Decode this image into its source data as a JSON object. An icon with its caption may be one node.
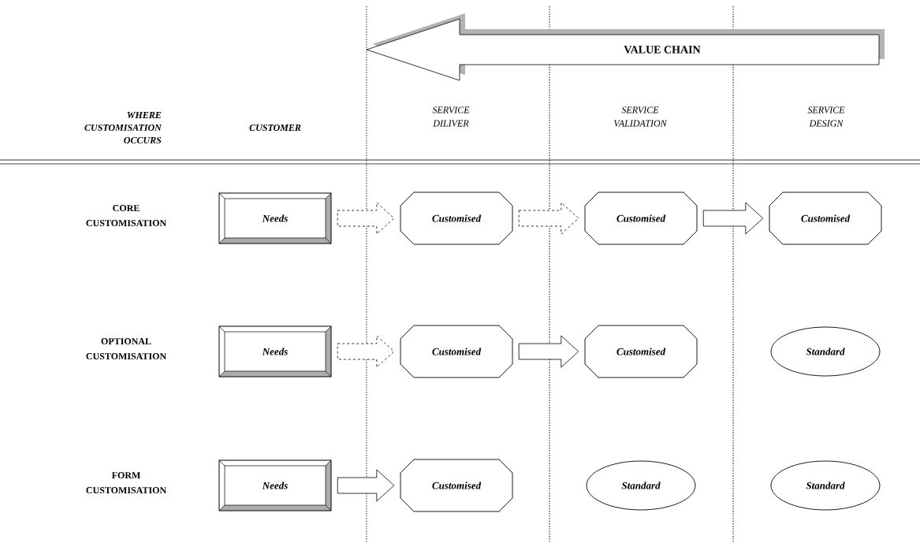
{
  "diagram": {
    "nodes": [
      {
        "text": [
          "VALUE CHAIN"
        ]
      },
      {
        "text": [
          "Needs"
        ]
      },
      {
        "text": [
          "Customised"
        ]
      },
      {
        "text": [
          "Customised"
        ]
      },
      {
        "text": [
          "Customised"
        ]
      },
      {
        "text": [
          "Needs"
        ]
      },
      {
        "text": [
          "Customised"
        ]
      },
      {
        "text": [
          "Customised"
        ]
      },
      {
        "text": [
          "Standard"
        ]
      },
      {
        "text": [
          "Needs"
        ]
      },
      {
        "text": [
          "Customised"
        ]
      },
      {
        "text": [
          "Standard"
        ]
      },
      {
        "text": [
          "Standard"
        ]
      }
    ],
    "edges": [
      {
        "from": 1,
        "to": 2,
        "arrow": "to",
        "style": "dashed"
      },
      {
        "from": 2,
        "to": 3,
        "arrow": "to",
        "style": "dashed"
      },
      {
        "from": 3,
        "to": 4,
        "arrow": "to"
      },
      {
        "from": 5,
        "to": 6,
        "arrow": "to",
        "style": "dashed"
      },
      {
        "from": 6,
        "to": 7,
        "arrow": "to"
      },
      {
        "from": 9,
        "to": 10,
        "arrow": "to"
      }
    ],
    "labels": [
      "WHERE CUSTOMISATION OCCURS",
      "CUSTOMER",
      "SERVICE DILIVER",
      "SERVICE VALIDATION",
      "SERVICE DESIGN",
      "CORE CUSTOMISATION",
      "OPTIONAL CUSTOMISATION",
      "FORM CUSTOMISATION"
    ]
  }
}
